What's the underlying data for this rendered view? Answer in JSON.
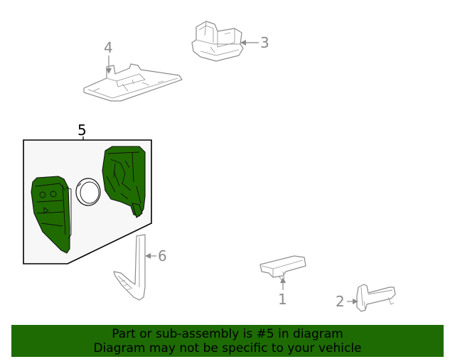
{
  "callouts": {
    "c1": "1",
    "c2": "2",
    "c3": "3",
    "c4": "4",
    "c5": "5",
    "c6": "6"
  },
  "highlight_color": "#1e6b04",
  "banner": {
    "line1": "Part or sub-assembly is #5 in diagram",
    "line2": "Diagram may not be specific to your vehicle"
  }
}
